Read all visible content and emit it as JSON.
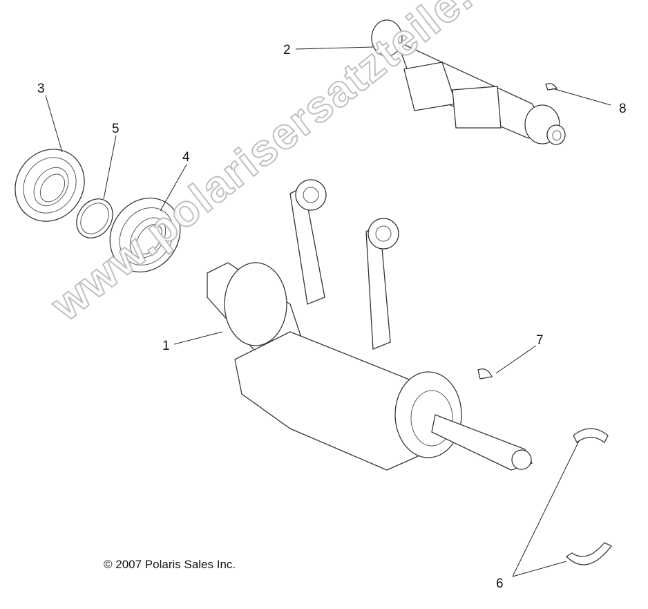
{
  "callouts": [
    "1",
    "2",
    "3",
    "4",
    "5",
    "6",
    "7",
    "8"
  ],
  "copyright": "© 2007 Polaris Sales Inc.",
  "watermark": "www.polarisersatzteile.de"
}
